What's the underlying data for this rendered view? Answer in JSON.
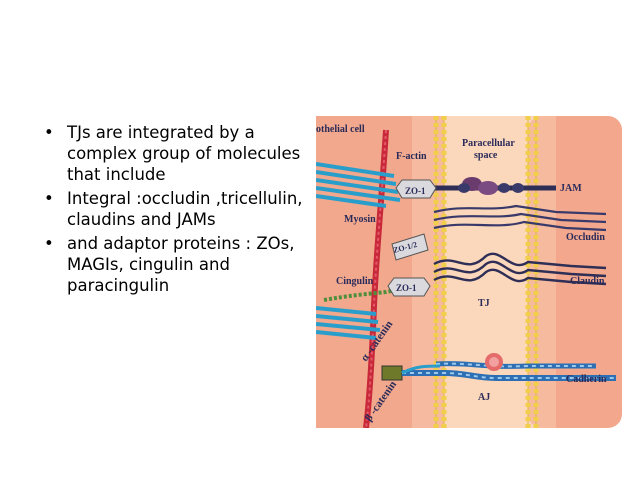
{
  "bullets": [
    "TJs are integrated by a complex group of molecules that include",
    "Integral :occludin ,tricellulin, claudins and JAMs",
    "and adaptor proteins : ZOs, MAGIs, cingulin and paracingulin"
  ],
  "bullet_glyph": "•",
  "diagram": {
    "labels": {
      "endothelial_cell": "othelial cell",
      "f_actin": "F-actin",
      "paracellular_line1": "Paracellular",
      "paracellular_line2": "space",
      "zo1_top": "ZO-1",
      "jam": "JAM",
      "myosin": "Myosin",
      "occludin": "Occludin",
      "zo12": "ZO-1/2",
      "cingulin": "Cingulin",
      "zo1_bottom": "ZO-1",
      "claudin": "Claudin",
      "tj": "TJ",
      "alpha_catenin": "α -catenin",
      "beta_catenin": "β -catenin",
      "cadherin": "Cadherin",
      "aj": "AJ"
    },
    "colors": {
      "cell_left": "#f2a88c",
      "cell_right": "#f3a88d",
      "paracellular": "#fbd7bc",
      "membrane": "#f2cf4a",
      "actin": "#c8283a",
      "myosin_blue": "#2a9ecb",
      "protein_dark": "#2e2e56",
      "jam_purple": "#6a3c6e",
      "cadherin_blue": "#2d6fb4"
    }
  }
}
